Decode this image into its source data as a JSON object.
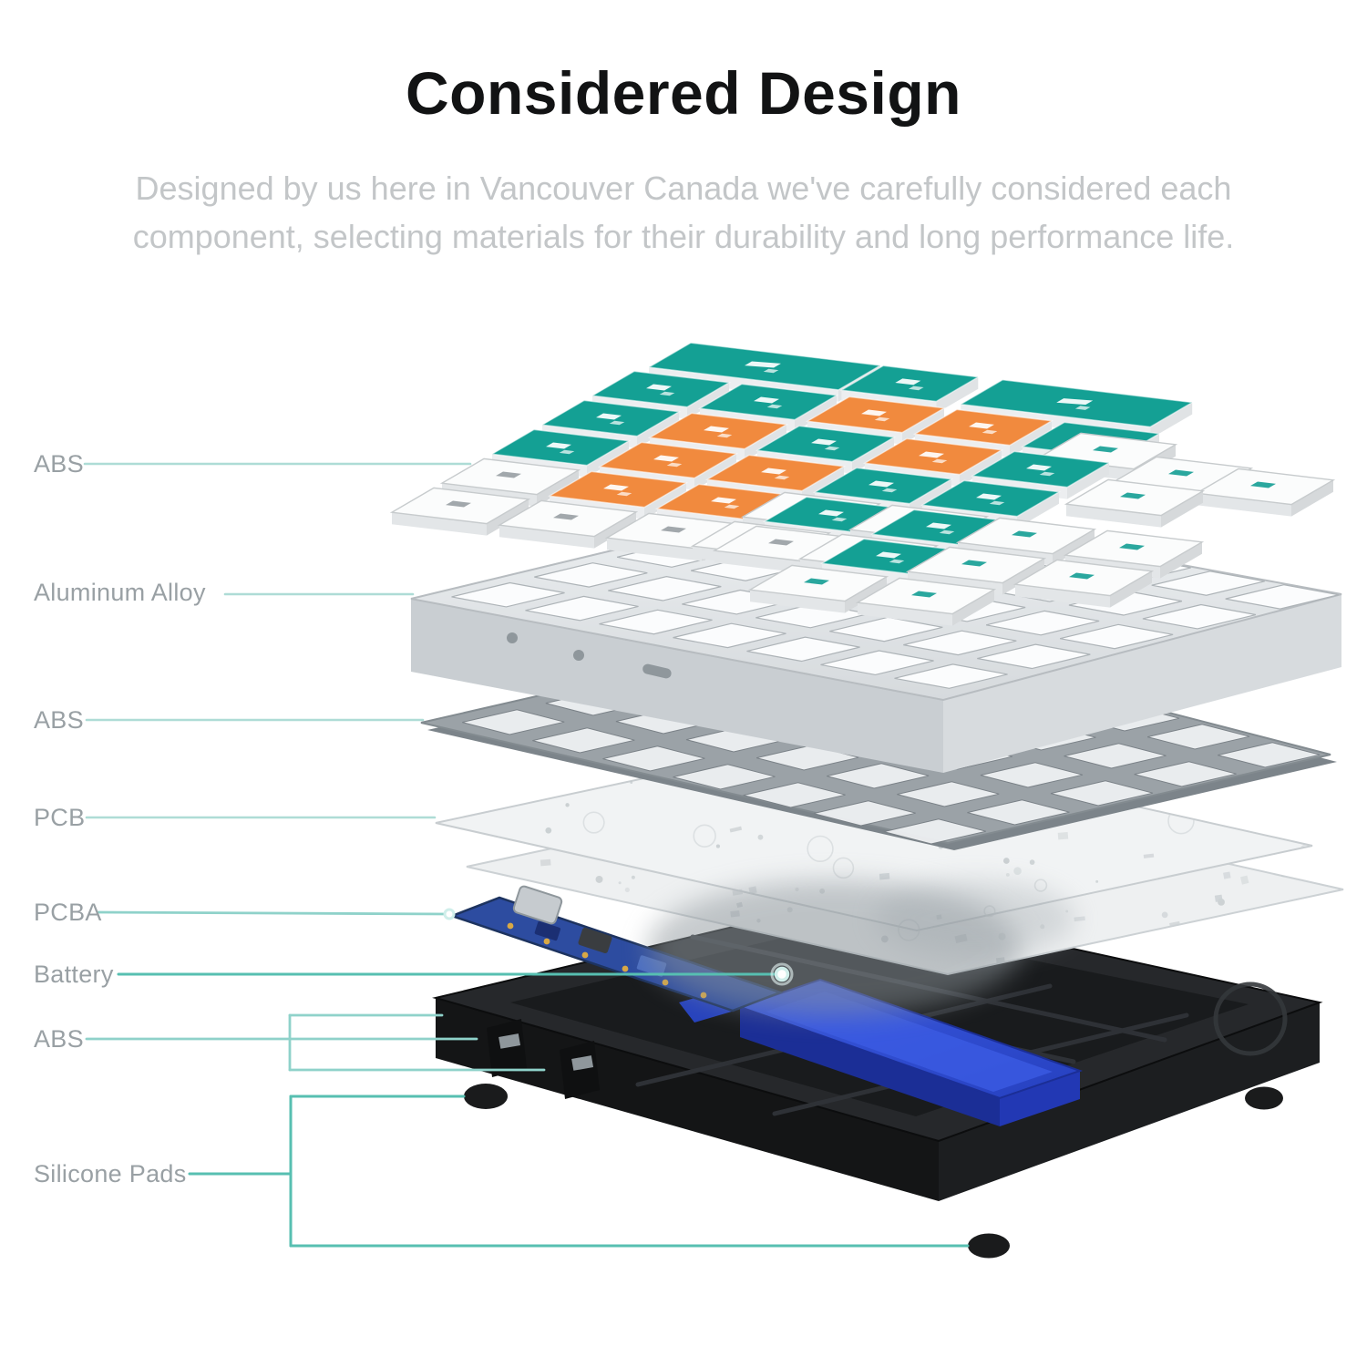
{
  "header": {
    "title": "Considered Design",
    "subtitle_line1": "Designed by us here in Vancouver Canada we've carefully considered each",
    "subtitle_line2": "component, selecting materials for their durability and long performance life."
  },
  "labels": [
    {
      "text": "ABS"
    },
    {
      "text": "Aluminum Alloy"
    },
    {
      "text": "ABS"
    },
    {
      "text": "PCB"
    },
    {
      "text": "PCBA"
    },
    {
      "text": "Battery"
    },
    {
      "text": "ABS"
    },
    {
      "text": "Silicone Pads"
    }
  ],
  "colors": {
    "title_text": "#121314",
    "subtitle_text": "#c3c6c8",
    "label_text": "#99a0a4",
    "leader_line": "#aedcd6",
    "leader_line_strong": "#57bfb1",
    "keycaps": {
      "teal": "#14a094",
      "orange": "#f18a3e",
      "white": "#fbfcfc"
    },
    "aluminum_frame": "#e2e6e9",
    "abs_plate": "#9ba2a7",
    "pcb_sheet": "#f0f2f3",
    "pcba_blue": "#2d4ca0",
    "battery_blue": "#2e4bd0",
    "case_black": "#232527",
    "silicone_pad": "#1a1b1c"
  },
  "keypad": {
    "top_row_keys": [
      {
        "col": 0.5,
        "width": 2,
        "color": "teal"
      },
      {
        "col": 1.85,
        "width": 1,
        "color": "teal"
      },
      {
        "col": 3.4,
        "width": 2,
        "color": "teal"
      }
    ],
    "main_grid_rows_back_to_front": [
      [
        "teal",
        "teal",
        "orange",
        "orange",
        "teal"
      ],
      [
        "teal",
        "orange",
        "teal",
        "orange",
        "teal"
      ],
      [
        "teal",
        "orange",
        "orange",
        "teal",
        "teal"
      ],
      [
        "white",
        "orange",
        "orange",
        "teal",
        "teal"
      ],
      [
        "white",
        "white",
        "white",
        "white",
        "teal"
      ]
    ],
    "white_keys_on_frame": 10,
    "arrow_cluster_white_keys": 4,
    "silicone_pads_count": 3
  }
}
